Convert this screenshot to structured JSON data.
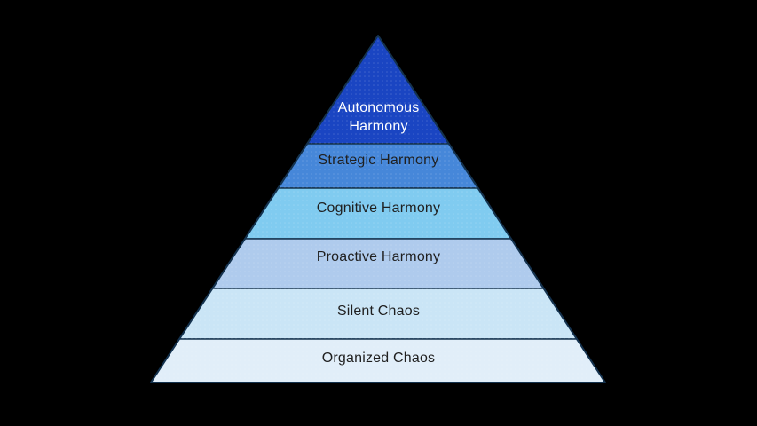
{
  "canvas": {
    "background_color": "#000000"
  },
  "diagram": {
    "type": "pyramid",
    "level_count": 6,
    "border_color": "#14324E",
    "texture": "subtle-dot-speckle",
    "levels": [
      {
        "rank": 1,
        "label": "Autonomous Harmony",
        "fill": "#1A45C2",
        "text_color": "#FFFFFF"
      },
      {
        "rank": 2,
        "label": "Strategic Harmony",
        "fill": "#4687D9",
        "text_color": "#1F1F1F"
      },
      {
        "rank": 3,
        "label": "Cognitive Harmony",
        "fill": "#80CBF0",
        "text_color": "#1F1F1F"
      },
      {
        "rank": 4,
        "label": "Proactive Harmony",
        "fill": "#AFCBED",
        "text_color": "#1F1F1F"
      },
      {
        "rank": 5,
        "label": "Silent Chaos",
        "fill": "#CAE5F6",
        "text_color": "#1F1F1F"
      },
      {
        "rank": 6,
        "label": "Organized Chaos",
        "fill": "#E1EEF9",
        "text_color": "#1F1F1F"
      }
    ]
  }
}
